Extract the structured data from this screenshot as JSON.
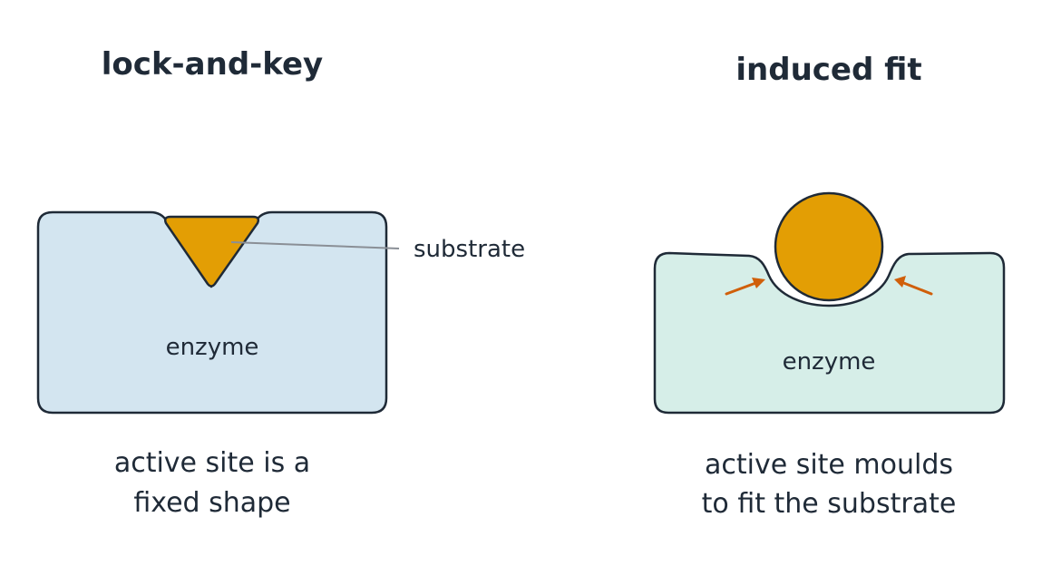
{
  "colors": {
    "ink": "#1f2a37",
    "lock_enzyme_fill": "#d3e5f0",
    "fit_enzyme_fill": "#d6eee8",
    "substrate_fill": "#e39e04",
    "arrow": "#d05f0a",
    "leader_line": "#8a8f96"
  },
  "lock_and_key": {
    "title": "lock-and-key",
    "enzyme_label": "enzyme",
    "substrate_label": "substrate",
    "caption_line1": "active site is a",
    "caption_line2": "fixed shape"
  },
  "induced_fit": {
    "title": "induced fit",
    "enzyme_label": "enzyme",
    "caption_line1": "active site moulds",
    "caption_line2": "to fit the substrate"
  }
}
